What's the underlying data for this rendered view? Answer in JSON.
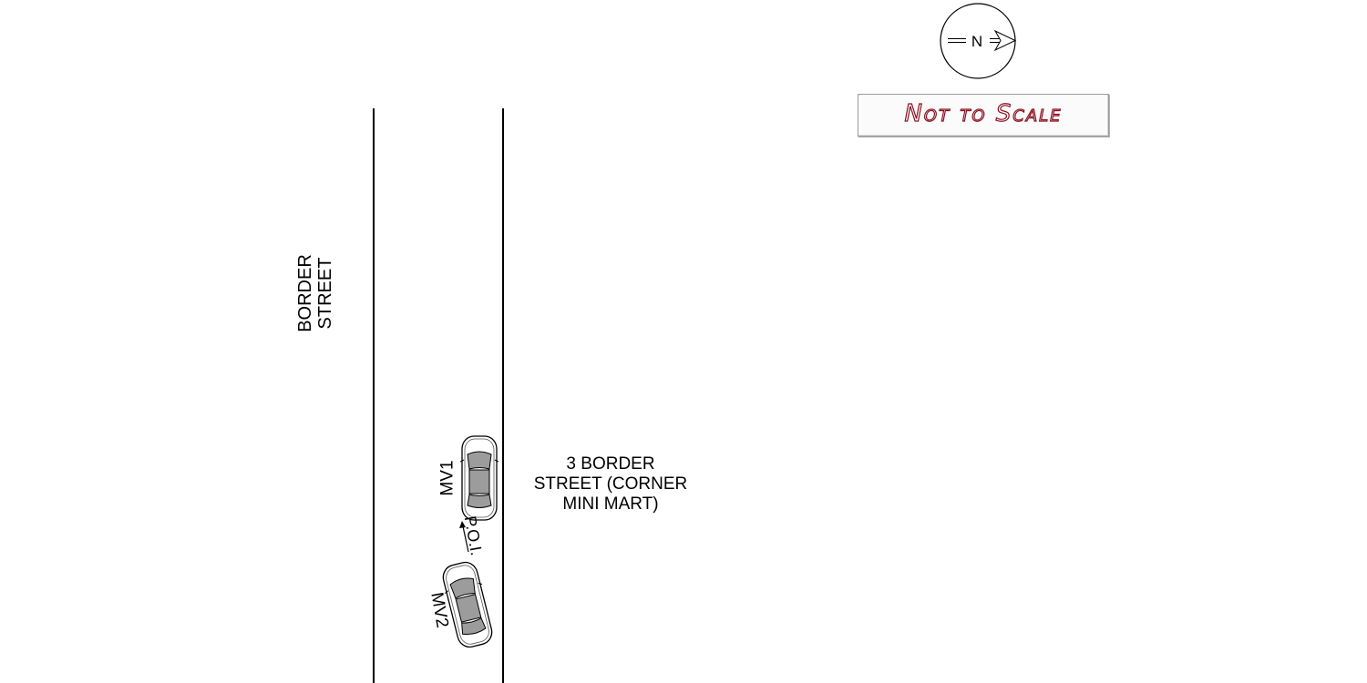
{
  "street": {
    "name_line1": "BORDER",
    "name_line2": "STREET"
  },
  "address": {
    "line1": "3 BORDER",
    "line2": "STREET (CORNER",
    "line3": "MINI MART)"
  },
  "compass": {
    "letter": "N",
    "icon": "north-arrow-icon"
  },
  "scale_note": "Not to Scale",
  "vehicles": [
    {
      "label": "MV1",
      "icon": "car-icon"
    },
    {
      "label": "MV2",
      "icon": "car-icon"
    }
  ],
  "poi": {
    "label": "P.O.I.",
    "icon": "arrow-icon"
  },
  "colors": {
    "lines": "#000000",
    "car_body": "#ffffff",
    "car_glass": "#9c9c9c",
    "scale_text": "#8a1020"
  }
}
